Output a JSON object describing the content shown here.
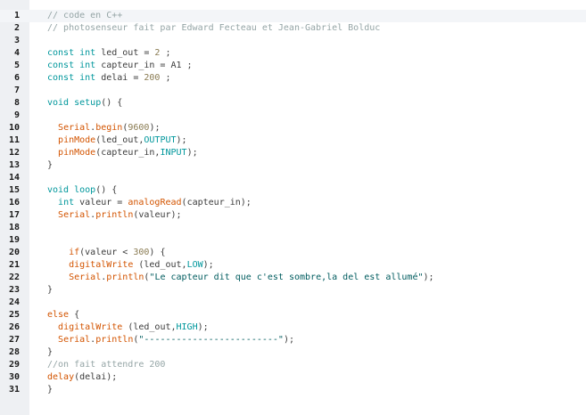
{
  "colors": {
    "keyword": "#00979C",
    "function": "#D35400",
    "number": "#8A7B52",
    "comment": "#95A5A6",
    "string": "#005C5F",
    "gutter_bg": "#EEF0F3"
  },
  "editor": {
    "lines": [
      {
        "n": "1",
        "tokens": [
          {
            "t": "// code en C++",
            "c": "cmt"
          }
        ]
      },
      {
        "n": "2",
        "tokens": [
          {
            "t": "// photosenseur fait par Edward Fecteau et Jean-Gabriel Bolduc",
            "c": "cmt"
          }
        ]
      },
      {
        "n": "3",
        "tokens": []
      },
      {
        "n": "4",
        "tokens": [
          {
            "t": "const int",
            "c": "kw"
          },
          {
            "t": " led_out = ",
            "c": "plain"
          },
          {
            "t": "2",
            "c": "num"
          },
          {
            "t": " ;",
            "c": "plain"
          }
        ]
      },
      {
        "n": "5",
        "tokens": [
          {
            "t": "const int",
            "c": "kw"
          },
          {
            "t": " capteur_in = A1 ;",
            "c": "plain"
          }
        ]
      },
      {
        "n": "6",
        "tokens": [
          {
            "t": "const int",
            "c": "kw"
          },
          {
            "t": " delai = ",
            "c": "plain"
          },
          {
            "t": "200",
            "c": "num"
          },
          {
            "t": " ;",
            "c": "plain"
          }
        ]
      },
      {
        "n": "7",
        "tokens": []
      },
      {
        "n": "8",
        "tokens": [
          {
            "t": "void",
            "c": "kw"
          },
          {
            "t": " ",
            "c": "plain"
          },
          {
            "t": "setup",
            "c": "kw"
          },
          {
            "t": "() {",
            "c": "plain"
          }
        ]
      },
      {
        "n": "9",
        "tokens": []
      },
      {
        "n": "10",
        "tokens": [
          {
            "t": "  ",
            "c": "plain"
          },
          {
            "t": "Serial",
            "c": "fn"
          },
          {
            "t": ".",
            "c": "plain"
          },
          {
            "t": "begin",
            "c": "fn"
          },
          {
            "t": "(",
            "c": "plain"
          },
          {
            "t": "9600",
            "c": "num"
          },
          {
            "t": ");",
            "c": "plain"
          }
        ]
      },
      {
        "n": "11",
        "tokens": [
          {
            "t": "  ",
            "c": "plain"
          },
          {
            "t": "pinMode",
            "c": "fn"
          },
          {
            "t": "(led_out,",
            "c": "plain"
          },
          {
            "t": "OUTPUT",
            "c": "const"
          },
          {
            "t": ");",
            "c": "plain"
          }
        ]
      },
      {
        "n": "12",
        "tokens": [
          {
            "t": "  ",
            "c": "plain"
          },
          {
            "t": "pinMode",
            "c": "fn"
          },
          {
            "t": "(capteur_in,",
            "c": "plain"
          },
          {
            "t": "INPUT",
            "c": "const"
          },
          {
            "t": ");",
            "c": "plain"
          }
        ]
      },
      {
        "n": "13",
        "tokens": [
          {
            "t": "}",
            "c": "plain"
          }
        ]
      },
      {
        "n": "14",
        "tokens": []
      },
      {
        "n": "15",
        "tokens": [
          {
            "t": "void",
            "c": "kw"
          },
          {
            "t": " ",
            "c": "plain"
          },
          {
            "t": "loop",
            "c": "kw"
          },
          {
            "t": "() {",
            "c": "plain"
          }
        ]
      },
      {
        "n": "16",
        "tokens": [
          {
            "t": "  ",
            "c": "plain"
          },
          {
            "t": "int",
            "c": "kw"
          },
          {
            "t": " valeur = ",
            "c": "plain"
          },
          {
            "t": "analogRead",
            "c": "fn"
          },
          {
            "t": "(capteur_in);",
            "c": "plain"
          }
        ]
      },
      {
        "n": "17",
        "tokens": [
          {
            "t": "  ",
            "c": "plain"
          },
          {
            "t": "Serial",
            "c": "fn"
          },
          {
            "t": ".",
            "c": "plain"
          },
          {
            "t": "println",
            "c": "fn"
          },
          {
            "t": "(valeur);",
            "c": "plain"
          }
        ]
      },
      {
        "n": "18",
        "tokens": []
      },
      {
        "n": "19",
        "tokens": []
      },
      {
        "n": "20",
        "tokens": [
          {
            "t": "    ",
            "c": "plain"
          },
          {
            "t": "if",
            "c": "fn"
          },
          {
            "t": "(valeur < ",
            "c": "plain"
          },
          {
            "t": "300",
            "c": "num"
          },
          {
            "t": ") {",
            "c": "plain"
          }
        ]
      },
      {
        "n": "21",
        "tokens": [
          {
            "t": "    ",
            "c": "plain"
          },
          {
            "t": "digitalWrite",
            "c": "fn"
          },
          {
            "t": " (led_out,",
            "c": "plain"
          },
          {
            "t": "LOW",
            "c": "const"
          },
          {
            "t": ");",
            "c": "plain"
          }
        ]
      },
      {
        "n": "22",
        "tokens": [
          {
            "t": "    ",
            "c": "plain"
          },
          {
            "t": "Serial",
            "c": "fn"
          },
          {
            "t": ".",
            "c": "plain"
          },
          {
            "t": "println",
            "c": "fn"
          },
          {
            "t": "(",
            "c": "plain"
          },
          {
            "t": "\"Le capteur dit que c'est sombre,la del est allumé\"",
            "c": "str"
          },
          {
            "t": ");",
            "c": "plain"
          }
        ]
      },
      {
        "n": "23",
        "tokens": [
          {
            "t": "}",
            "c": "plain"
          }
        ]
      },
      {
        "n": "24",
        "tokens": []
      },
      {
        "n": "25",
        "tokens": [
          {
            "t": "else",
            "c": "fn"
          },
          {
            "t": " {",
            "c": "plain"
          }
        ]
      },
      {
        "n": "26",
        "tokens": [
          {
            "t": "  ",
            "c": "plain"
          },
          {
            "t": "digitalWrite",
            "c": "fn"
          },
          {
            "t": " (led_out,",
            "c": "plain"
          },
          {
            "t": "HIGH",
            "c": "const"
          },
          {
            "t": ");",
            "c": "plain"
          }
        ]
      },
      {
        "n": "27",
        "tokens": [
          {
            "t": "  ",
            "c": "plain"
          },
          {
            "t": "Serial",
            "c": "fn"
          },
          {
            "t": ".",
            "c": "plain"
          },
          {
            "t": "println",
            "c": "fn"
          },
          {
            "t": "(",
            "c": "plain"
          },
          {
            "t": "\"-------------------------\"",
            "c": "str"
          },
          {
            "t": ");",
            "c": "plain"
          }
        ]
      },
      {
        "n": "28",
        "tokens": [
          {
            "t": "}",
            "c": "plain"
          }
        ]
      },
      {
        "n": "29",
        "tokens": [
          {
            "t": "//on fait attendre 200",
            "c": "cmt"
          }
        ]
      },
      {
        "n": "30",
        "tokens": [
          {
            "t": "delay",
            "c": "fn"
          },
          {
            "t": "(delai);",
            "c": "plain"
          }
        ]
      },
      {
        "n": "31",
        "tokens": [
          {
            "t": "}",
            "c": "plain"
          }
        ]
      }
    ]
  }
}
